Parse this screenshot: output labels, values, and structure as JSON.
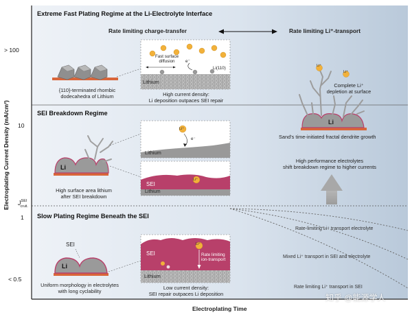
{
  "axes": {
    "y_label": "Electroplating Current Density (mA/cm²)",
    "x_label": "Electroplating Time",
    "ticks": [
      {
        "id": "gt100",
        "label": "> 100"
      },
      {
        "id": "t10",
        "label": "10"
      },
      {
        "id": "t1",
        "label": "1"
      },
      {
        "id": "lt05",
        "label": "< 0.5"
      }
    ],
    "jcrit_main": "J",
    "jcrit_sup": "SEI",
    "jcrit_sub": "cruit."
  },
  "regimes": {
    "extreme": {
      "title": "Extreme Fast Plating Regime at the Li-Electrolyte Interface",
      "rate_charge": "Rate limiting charge-transfer",
      "rate_transport": "Rate limiting Li⁺-transport",
      "left_caption_1": "{110}-terminated rhombic",
      "left_caption_2": "dodecahedra of Lithium",
      "inset_label_diffusion_1": "Fast surface",
      "inset_label_diffusion_2": "diffusion",
      "inset_label_e": "e⁻",
      "inset_label_plane": "Li(110)",
      "inset_label_lithium": "Lithium",
      "inset_caption_1": "High current density:",
      "inset_caption_2": "Li deposition outpaces SEI repair",
      "right_caption_1": "Complete Li⁺",
      "right_caption_2": "depletion at surface",
      "sand_caption": "Sand's time-initiated fractal dendrite growth",
      "li_label": "Li"
    },
    "breakdown": {
      "title": "SEI Breakdown Regime",
      "left_caption_1": "High surface area lithium",
      "left_caption_2": "after SEI breakdown",
      "li_label": "Li",
      "inset1_lithium": "Lithium",
      "inset1_e": "e⁻",
      "inset2_sei": "SEI",
      "inset2_lithium": "Lithium",
      "right_caption_1": "High performance electrolytes",
      "right_caption_2": "shift breakdown regime to higher currents"
    },
    "slow": {
      "title": "Slow Plating Regime Beneath the SEI",
      "sei_label": "SEI",
      "li_label": "Li",
      "left_caption_1": "Uniform morphology in electrolytes",
      "left_caption_2": "with long cyclability",
      "inset_sei": "SEI",
      "inset_lithium": "Lithium",
      "inset_rate_1": "Rate limiting",
      "inset_rate_2": "ion-transport",
      "inset_caption_1": "Low current density:",
      "inset_caption_2": "SEI repair outpaces Li deposition",
      "curve_label_1": "Rate-limiting Li⁺ transport electrolyte",
      "curve_label_2": "Mixed Li⁺ transport in SEI and electrolyte",
      "curve_label_3": "Rate limiting Li⁺ transport in SEI"
    }
  },
  "ion_label": "Li⁺",
  "watermark": "知乎 @能源学人",
  "colors": {
    "sei": "#b8406a",
    "li_gray": "#9a9a9a",
    "substrate": "#d9663a",
    "panel_blue": "#cfdcea",
    "ion": "#f2b13a"
  }
}
